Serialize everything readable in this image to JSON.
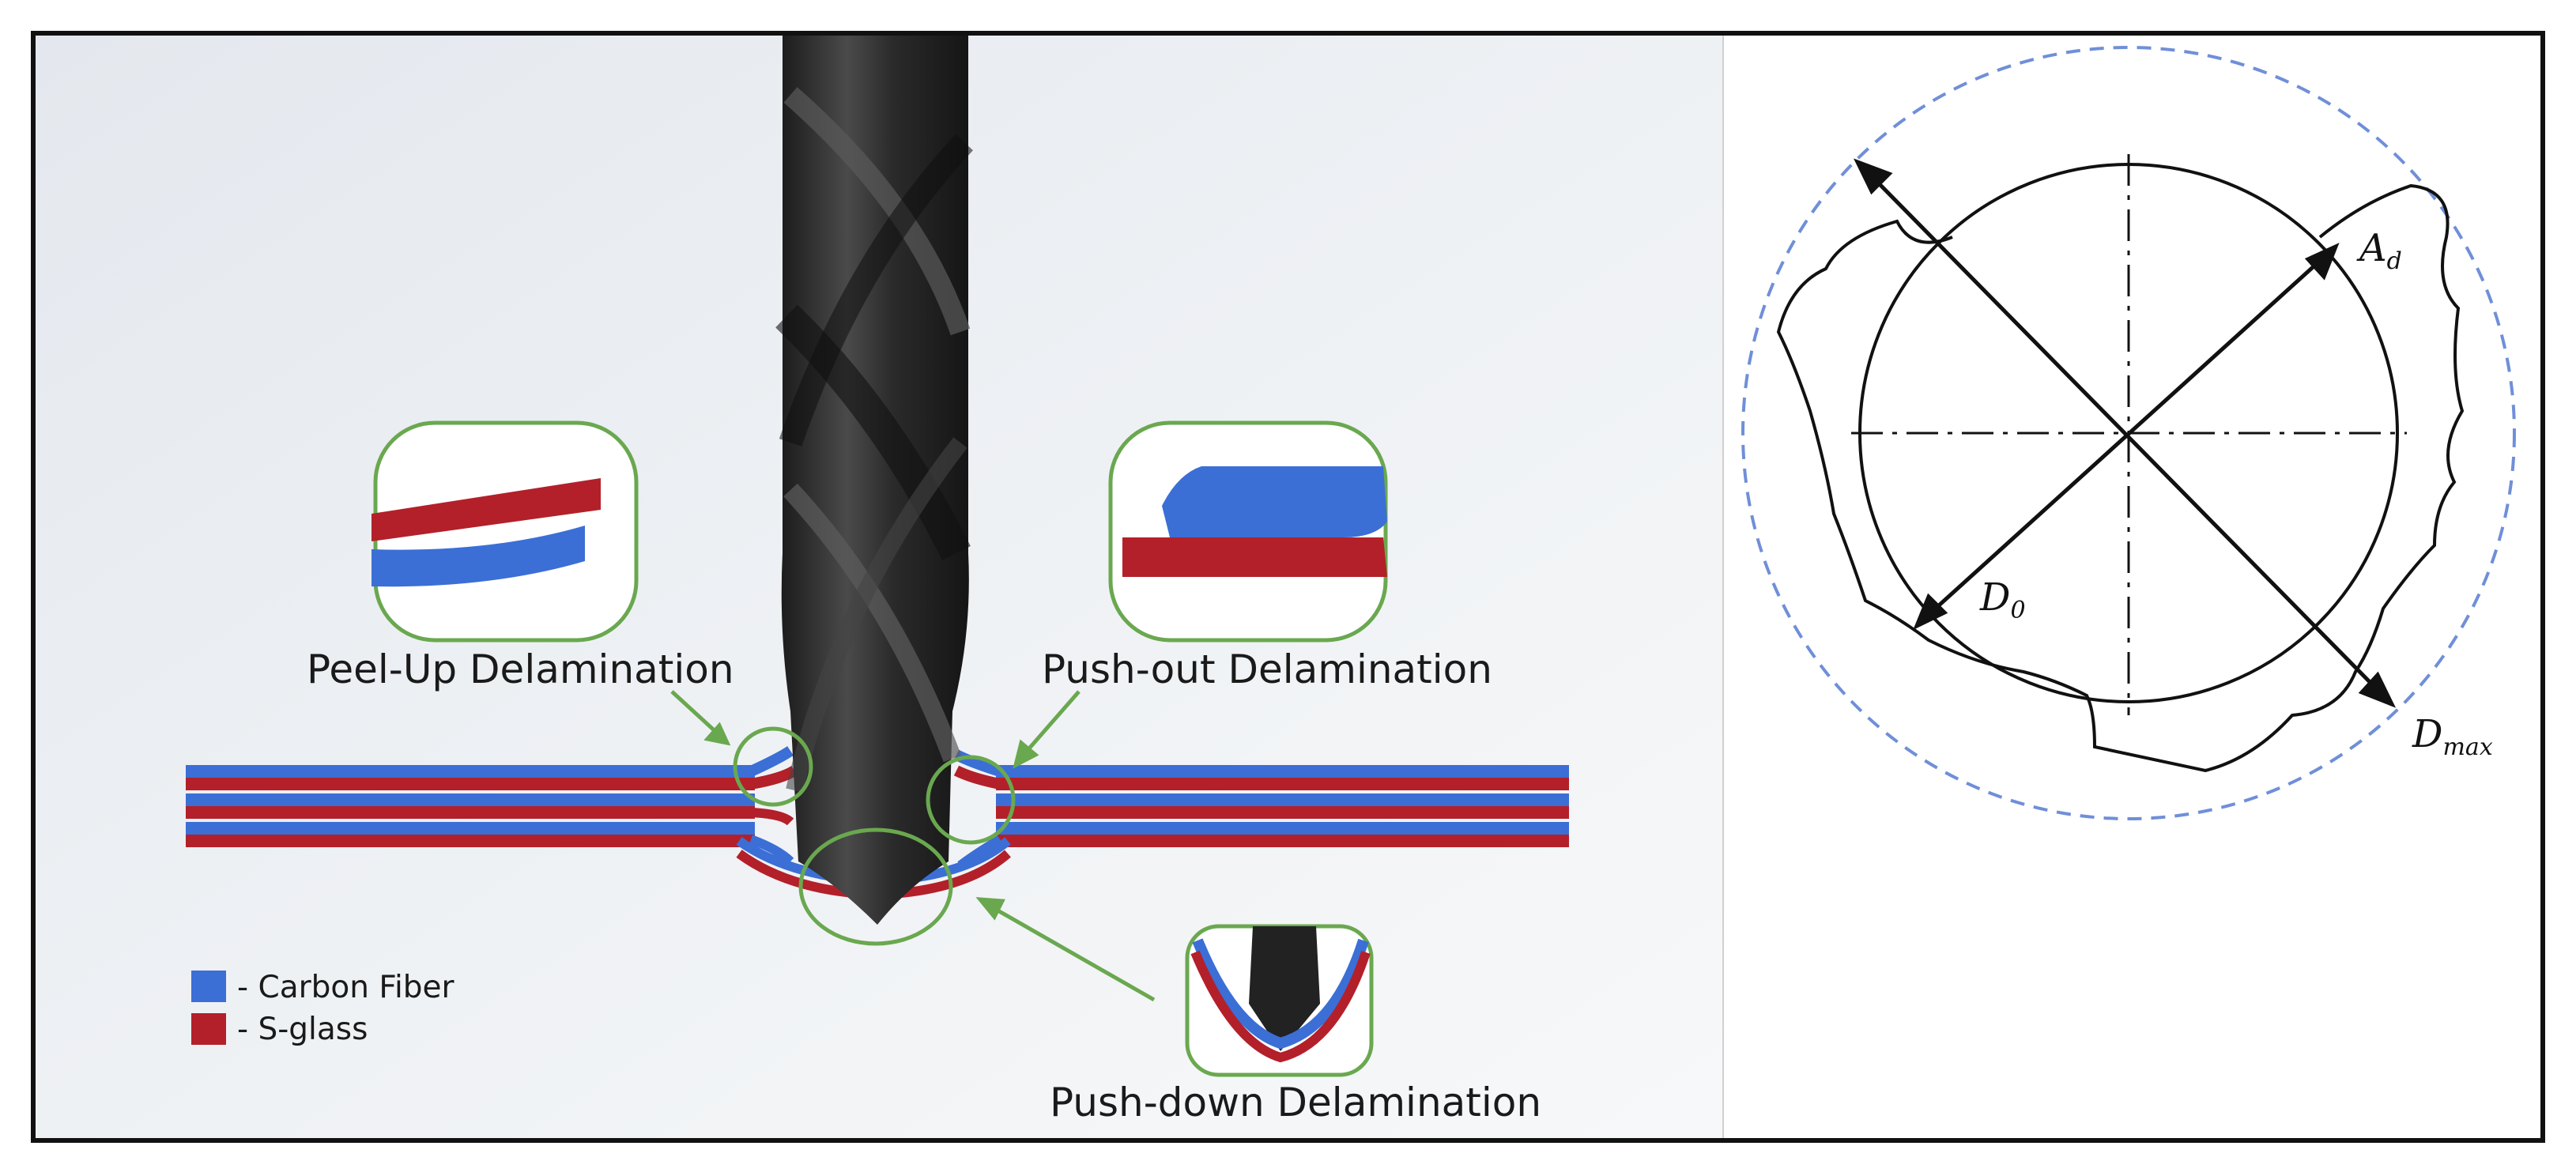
{
  "labels": {
    "peel_up": "Peel-Up Delamination",
    "push_out": "Push-out Delamination",
    "push_down": "Push-down Delamination"
  },
  "legend": [
    {
      "text": "- Carbon Fiber",
      "color": "#3b6fd6"
    },
    {
      "text": "- S-glass",
      "color": "#b3202a"
    }
  ],
  "symbols": {
    "Ad": {
      "base": "A",
      "sub": "d"
    },
    "D0": {
      "base": "D",
      "sub": "0"
    },
    "Dmax": {
      "base": "D",
      "sub": "max"
    }
  },
  "colors": {
    "carbon_fiber": "#3b6fd6",
    "s_glass": "#b3202a",
    "callout": "#6aa84f",
    "drill": "#2c2c2c",
    "dashed_circle": "#6f8fd8",
    "frame": "#111111"
  }
}
